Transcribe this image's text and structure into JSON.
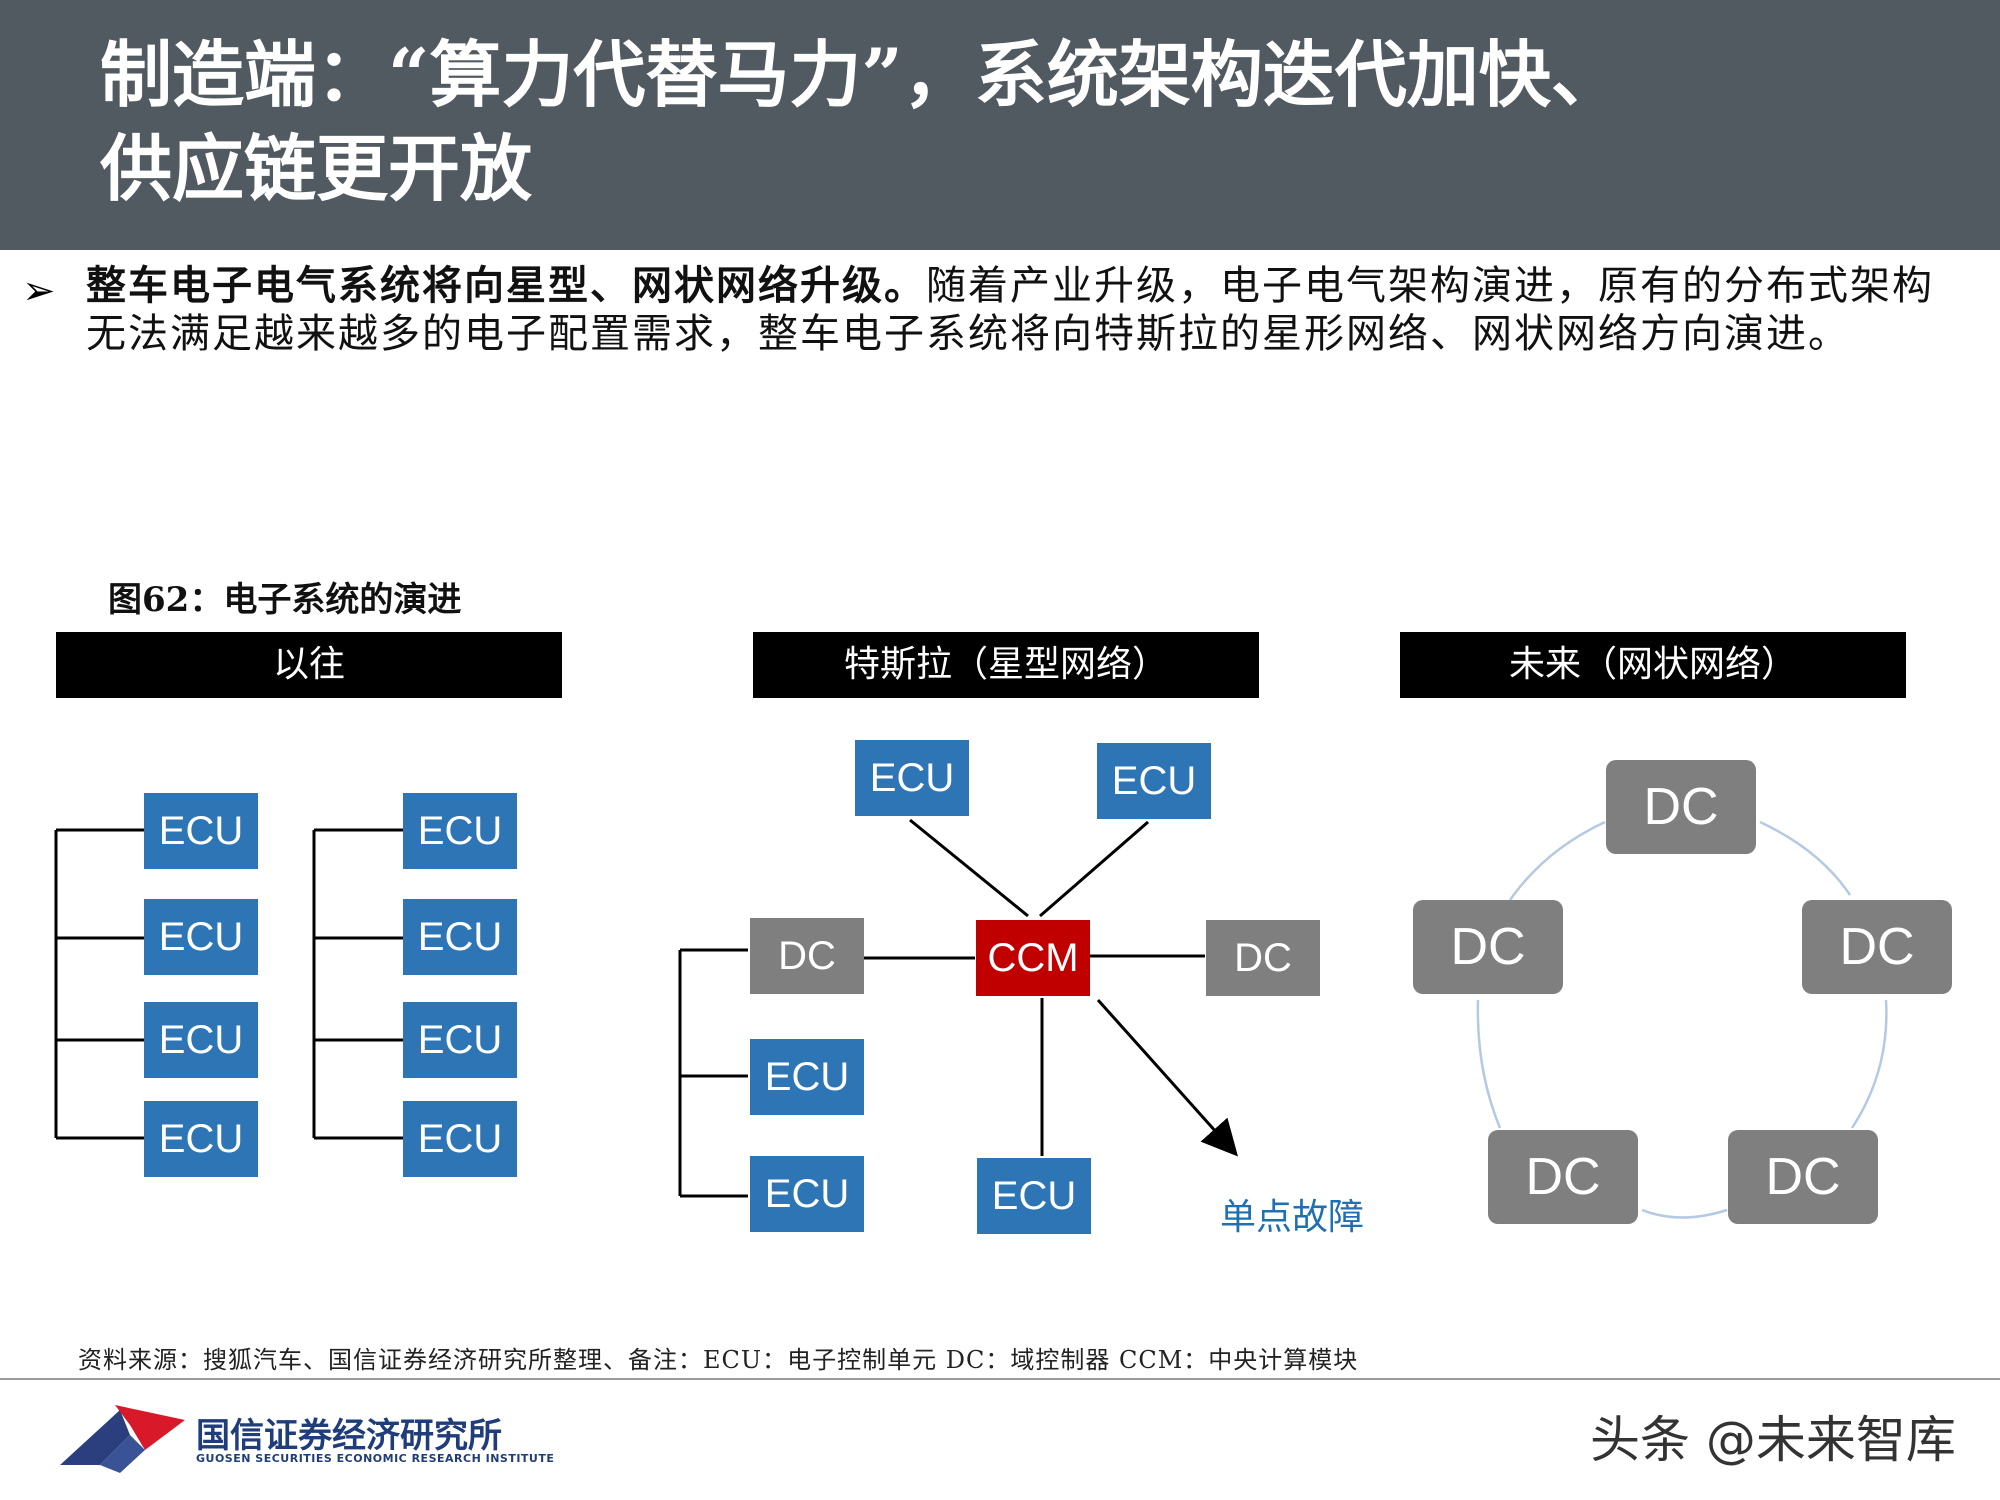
{
  "header": {
    "title_line1": "制造端：“算力代替马力”，系统架构迭代加快、",
    "title_line2": "供应链更开放"
  },
  "bullet": {
    "marker": "➢",
    "bold": "整车电子电气系统将向星型、网状网络升级。",
    "text": "随着产业升级，电子电气架构演进，原有的分布式架构无法满足越来越多的电子配置需求，整车电子系统将向特斯拉的星形网络、网状网络方向演进。"
  },
  "figure": {
    "title": "图62：电子系统的演进",
    "columns": {
      "past": "以往",
      "tesla": "特斯拉（星型网络）",
      "future": "未来（网状网络）"
    },
    "labels": {
      "ecu": "ECU",
      "dc": "DC",
      "ccm": "CCM",
      "single_point_failure": "单点故障"
    }
  },
  "source_note": "资料来源：搜狐汽车、国信证券经济研究所整理、备注：ECU：电子控制单元 DC：域控制器 CCM：中央计算模块",
  "footer": {
    "logo_cn": "国信证券经济研究所",
    "logo_en": "GUOSEN SECURITIES ECONOMIC RESEARCH INSTITUTE",
    "watermark": "头条 @未来智库"
  },
  "colors": {
    "header_bg": "#515a60",
    "ecu_blue": "#2e75b6",
    "dc_gray": "#7f7f7f",
    "ccm_red": "#c00000",
    "ring_blue": "#b4c9e3"
  }
}
